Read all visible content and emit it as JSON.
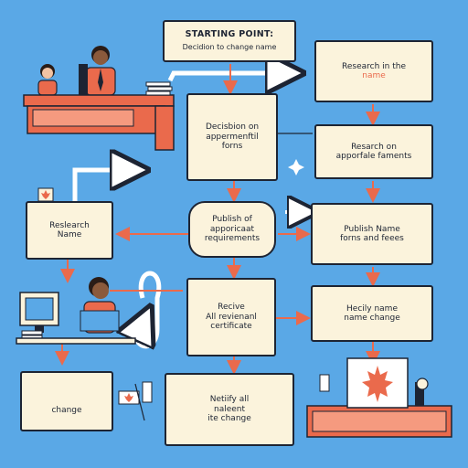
{
  "start": {
    "title": "STARTING POINT:",
    "subtitle": "Decidion to change name"
  },
  "right_column": [
    {
      "line1": "Research in the",
      "line2": "name"
    },
    {
      "line1": "Resarch on",
      "line2": "apporfale faments"
    },
    {
      "line1": "Publish Name",
      "line2": "forns and feees"
    },
    {
      "line1": "Hecily name",
      "line2": "name change"
    }
  ],
  "middle_column": [
    {
      "line1": "Decisbion on",
      "line2": "appermenftil",
      "line3": "forns"
    },
    {
      "line1": "Publish of",
      "line2": "apporicaat",
      "line3": "requirements"
    },
    {
      "line1": "Recive",
      "line2": "All revienanl",
      "line3": "certificate"
    },
    {
      "line1": "Netiify all",
      "line2": "naleent",
      "line3": "ite change"
    }
  ],
  "left_column": [
    {
      "line1": "Reslearch",
      "line2": "Name"
    },
    {
      "line1": "change"
    }
  ],
  "icons": [
    "person-at-desk-icon",
    "computer-worker-icon",
    "canadian-flag-icon",
    "maple-leaf-icon",
    "sparkle-icon"
  ],
  "colors": {
    "background": "#5aa8e6",
    "box_fill": "#fbf3dc",
    "accent": "#ea6a4c",
    "outline": "#1d2433"
  }
}
